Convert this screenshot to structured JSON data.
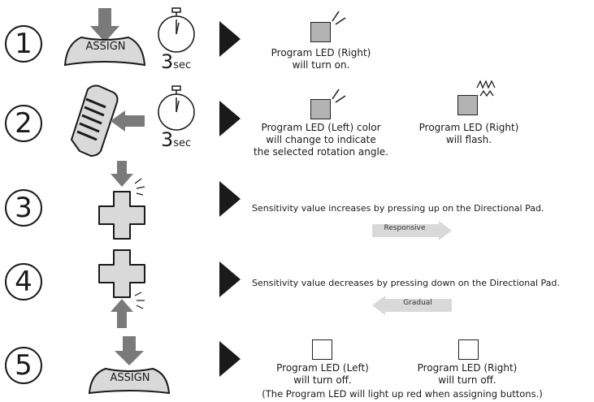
{
  "steps": [
    {
      "number": "1"
    },
    {
      "number": "2"
    },
    {
      "number": "3"
    },
    {
      "number": "4"
    },
    {
      "number": "5"
    }
  ],
  "button_label": "ASSIGN",
  "timer": {
    "value": "3",
    "unit": "sec"
  },
  "step1": {
    "led_right": "Program LED (Right)\nwill turn on."
  },
  "step2": {
    "led_left": "Program LED (Left) color\nwill change to indicate\nthe selected rotation angle.",
    "led_right": "Program LED (Right)\nwill flash."
  },
  "step3": {
    "text": "Sensitivity value increases by pressing up on the Directional Pad.",
    "arrow_label": "Responsive"
  },
  "step4": {
    "text": "Sensitivity value decreases by pressing down on the Directional Pad.",
    "arrow_label": "Gradual"
  },
  "step5": {
    "led_left": "Program LED (Left)\nwill turn off.",
    "led_right": "Program LED (Right)\nwill turn off.",
    "note": "(The Program LED will light up red when assigning buttons.)"
  },
  "colors": {
    "grey_fill": "#b3b3b3",
    "arrow_grey": "#7a7a7a",
    "pale_arrow": "#d9d9d9",
    "triangle": "#1a1a1a"
  }
}
